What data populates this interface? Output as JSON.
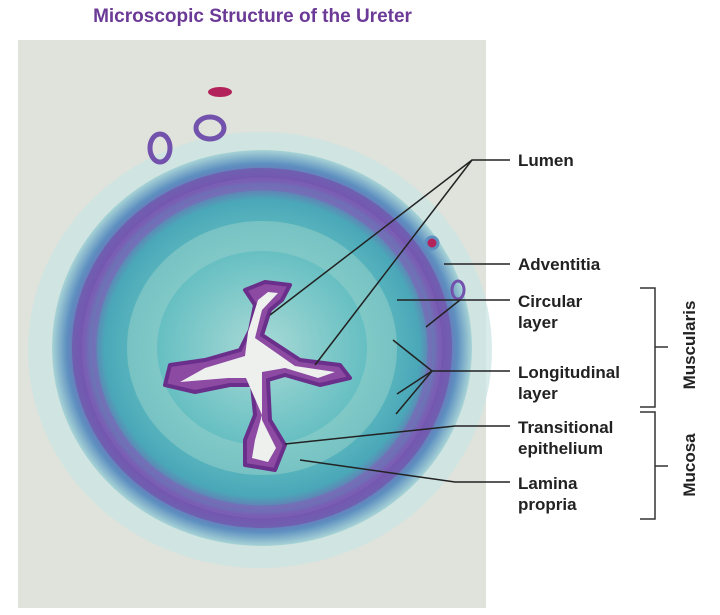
{
  "title": "Microscopic Structure of the Ureter",
  "labels": {
    "lumen": "Lumen",
    "adventitia": "Adventitia",
    "circular_1": "Circular",
    "circular_2": "layer",
    "longitudinal_1": "Longitudinal",
    "longitudinal_2": "layer",
    "transitional_1": "Transitional",
    "transitional_2": "epithelium",
    "lamina_1": "Lamina",
    "lamina_2": "propria"
  },
  "groups": {
    "muscularis": "Muscularis",
    "mucosa": "Mucosa"
  },
  "colors": {
    "title": "#6b3a96",
    "background": "#dfe3dc",
    "muscle": "#7a5bb0",
    "connective": "#4fb3b8",
    "epithelium": "#9a4fa8"
  }
}
